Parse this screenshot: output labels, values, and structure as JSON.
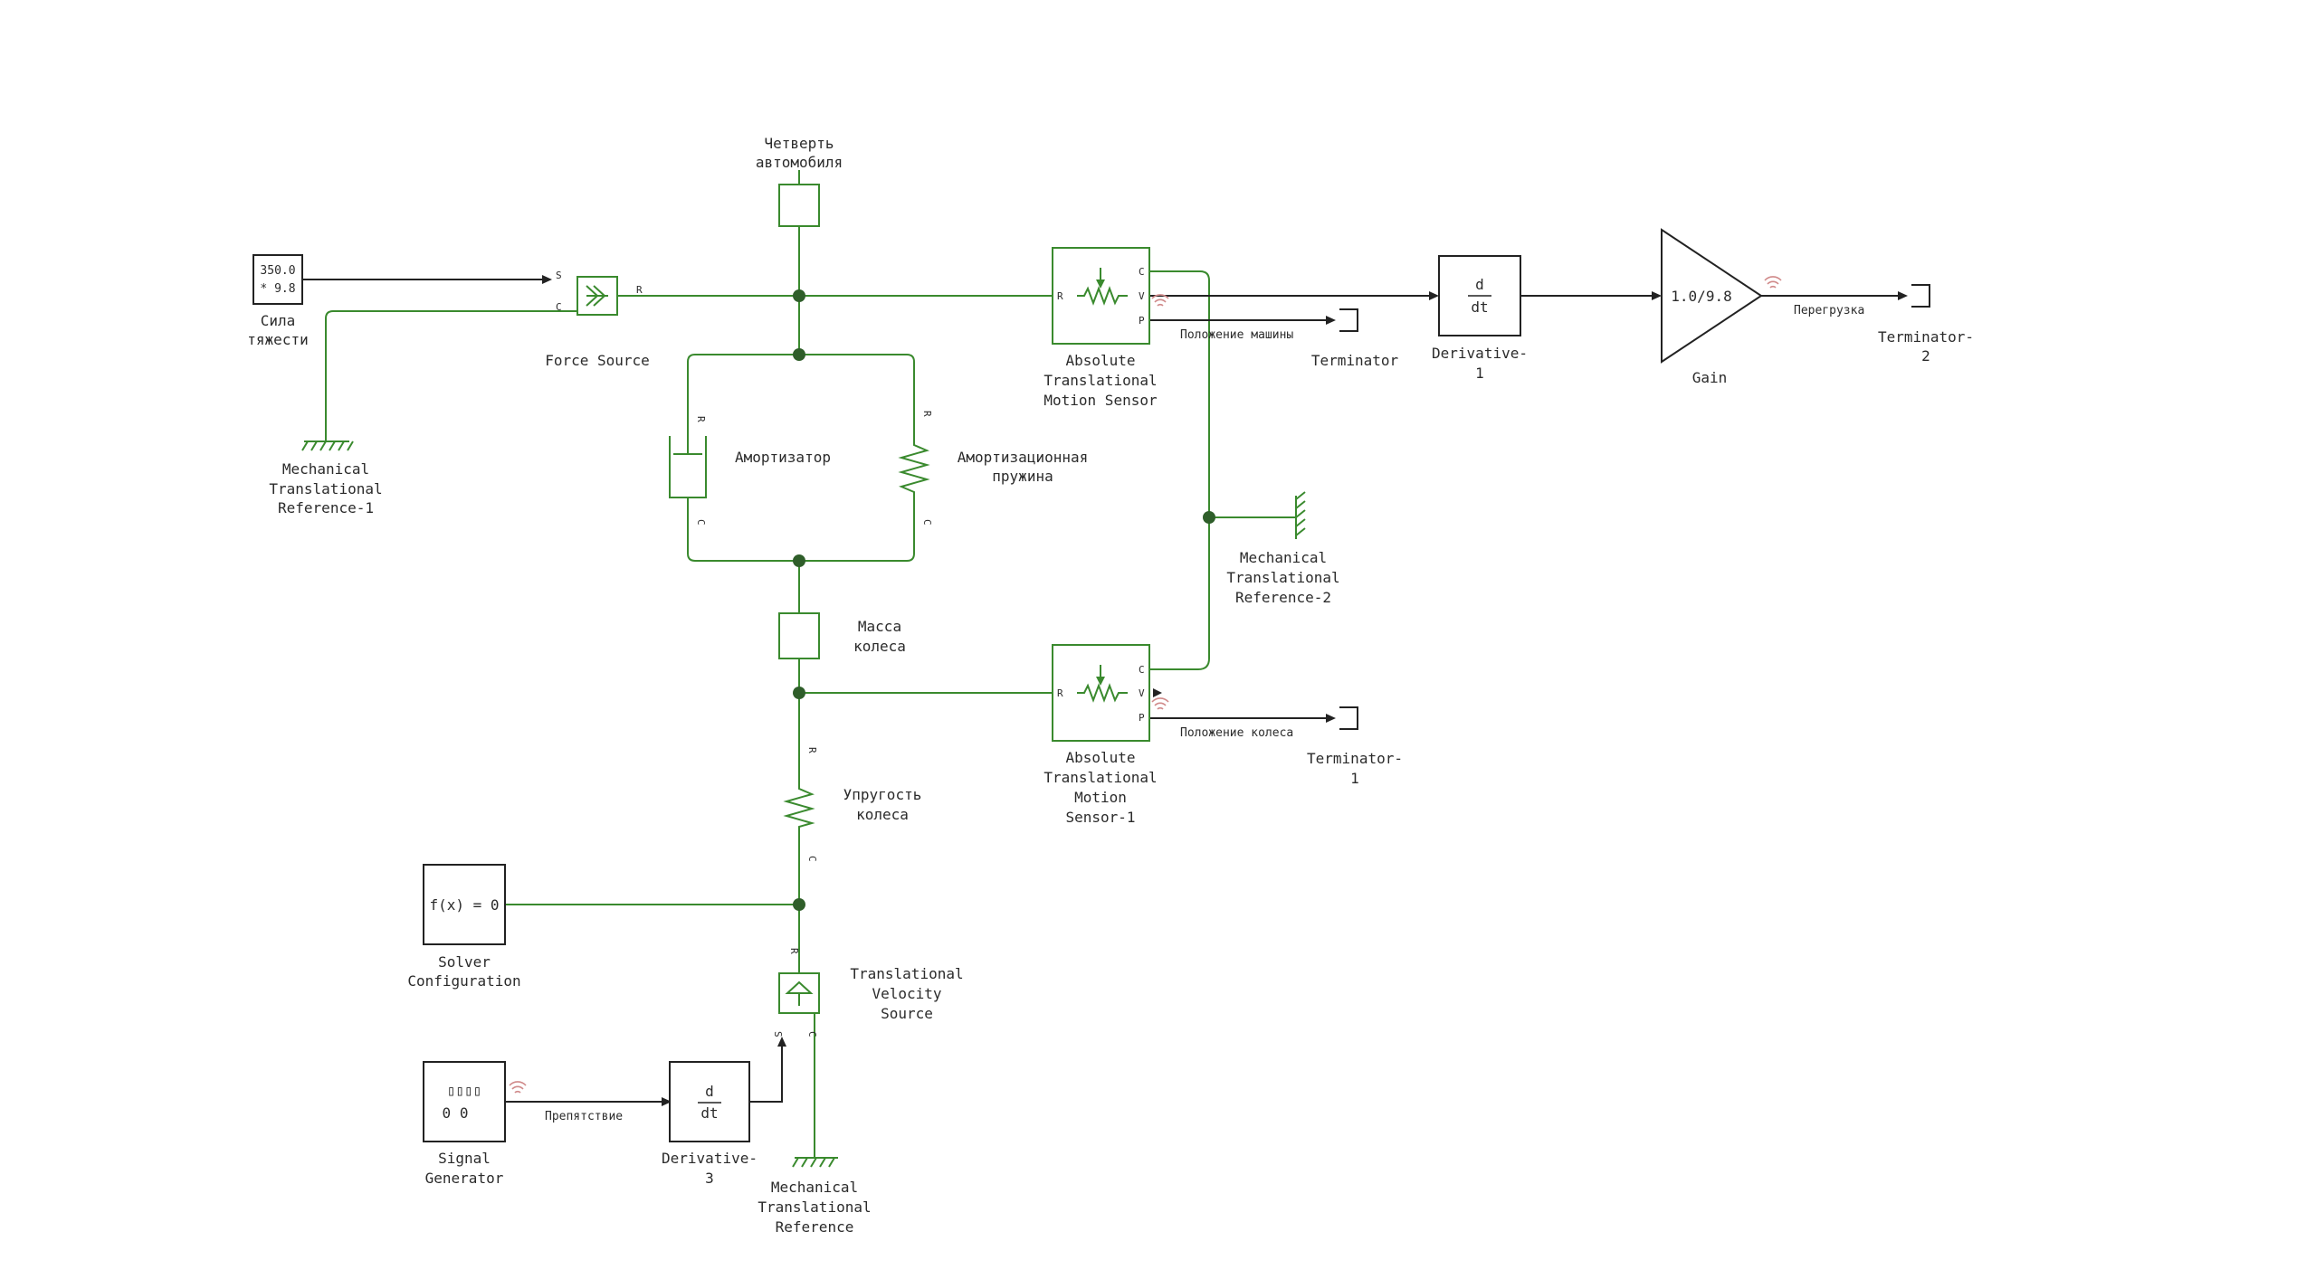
{
  "blocks": {
    "gravity": {
      "expr_line1": "350.0",
      "expr_line2": "* 9.8",
      "label_line1": "Сила",
      "label_line2": "тяжести"
    },
    "force_source": {
      "label": "Force Source"
    },
    "mech_ref_1": {
      "line1": "Mechanical",
      "line2": "Translational",
      "line3": "Reference-1"
    },
    "quarter_car": {
      "line1": "Четверть",
      "line2": "автомобиля"
    },
    "damper": {
      "label": "Амортизатор"
    },
    "spring": {
      "line1": "Амортизационная",
      "line2": "пружина"
    },
    "wheel_mass": {
      "line1": "Масса",
      "line2": "колеса"
    },
    "wheel_stiffness": {
      "line1": "Упругость",
      "line2": "колеса"
    },
    "sensor": {
      "line1": "Absolute",
      "line2": "Translational",
      "line3": "Motion Sensor"
    },
    "sensor_1": {
      "line1": "Absolute",
      "line2": "Translational",
      "line3": "Motion",
      "line4": "Sensor-1"
    },
    "mech_ref_2": {
      "line1": "Mechanical",
      "line2": "Translational",
      "line3": "Reference-2"
    },
    "terminator": {
      "label": "Terminator"
    },
    "terminator_1": {
      "line1": "Terminator-",
      "line2": "1"
    },
    "terminator_2": {
      "line1": "Terminator-",
      "line2": "2"
    },
    "derivative_1": {
      "num": "d",
      "den": "dt",
      "line1": "Derivative-",
      "line2": "1"
    },
    "gain": {
      "value": "1.0/9.8",
      "label": "Gain"
    },
    "solver": {
      "expr": "f(x) = 0",
      "line1": "Solver",
      "line2": "Configuration"
    },
    "velocity_source": {
      "line1": "Translational",
      "line2": "Velocity",
      "line3": "Source"
    },
    "signal_gen": {
      "glyphs": "▯▯▯▯",
      "digits": "0 0",
      "line1": "Signal",
      "line2": "Generator"
    },
    "derivative_3": {
      "num": "d",
      "den": "dt",
      "line1": "Derivative-",
      "line2": "3"
    },
    "mech_ref": {
      "line1": "Mechanical",
      "line2": "Translational",
      "line3": "Reference"
    }
  },
  "signals": {
    "car_position": "Положение машины",
    "wheel_position": "Положение колеса",
    "overload": "Перегрузка",
    "obstacle": "Препятствие"
  },
  "ports": {
    "s": "S",
    "c": "C",
    "r": "R",
    "v": "V",
    "p": "P"
  },
  "colors": {
    "physical": "#3a8a2e",
    "signal": "#222222",
    "node": "#2f5e2a",
    "wifi": "#d08a8a"
  }
}
